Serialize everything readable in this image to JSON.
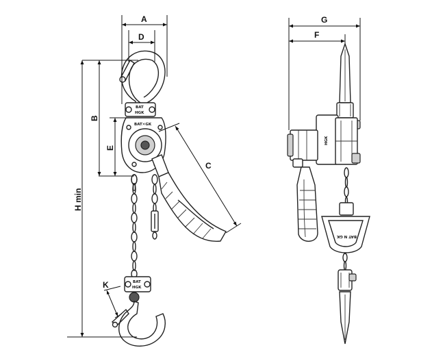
{
  "dimensions": {
    "A": "A",
    "B": "B",
    "C": "C",
    "D": "D",
    "E": "E",
    "F": "F",
    "G": "G",
    "H": "H min",
    "K": "K"
  },
  "branding": {
    "top_block_line1": "BAT",
    "top_block_line2": "HGK",
    "body_text": "BAT✕GK",
    "bottom_block_line1": "BAT",
    "bottom_block_line2": "HGK",
    "side_body_text": "HGK",
    "side_hook_text": "BAT N GK"
  },
  "colors": {
    "line": "#222222",
    "background": "#ffffff"
  }
}
